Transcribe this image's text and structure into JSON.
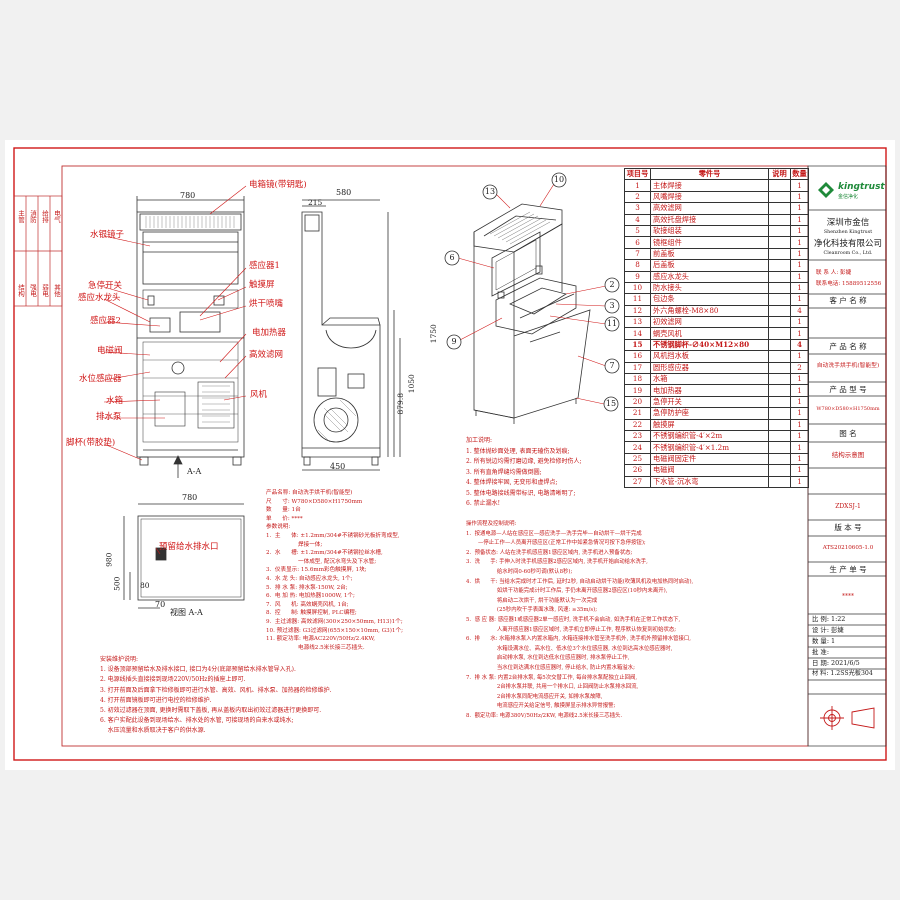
{
  "labels": {
    "elec_mirror": "电箱镜(带钥匙)",
    "mirror": "水银镜子",
    "sensor1": "感应器1",
    "touch_screen": "触摸屏",
    "estop": "急停开关",
    "faucet": "感应水龙头",
    "sensor2": "感应器2",
    "dryer_nozzle": "烘干喷嘴",
    "heater": "电加热器",
    "hepa": "高效滤网",
    "solenoid": "电磁阀",
    "level_sensor": "水位感应器",
    "fan": "风机",
    "tank": "水箱",
    "drain_pump": "排水泵",
    "feet": "脚杯(带胶垫)",
    "section": "A-A",
    "reserved_port": "预留给水排水口",
    "view_aa": "视图 A-A"
  },
  "dims": {
    "w780": "780",
    "w580": "580",
    "w215": "215",
    "h1750": "1750",
    "h1050": "1050",
    "h879": "879.8",
    "w450": "450",
    "w780b": "780",
    "h980": "980",
    "h500": "500",
    "w70": "70",
    "w80": "80"
  },
  "callouts": [
    "13",
    "10",
    "6",
    "2",
    "3",
    "9",
    "11",
    "7",
    "15"
  ],
  "parts_header": [
    "项目号",
    "零件号",
    "说明",
    "数量"
  ],
  "parts": [
    {
      "no": "1",
      "name": "主体焊接",
      "note": "",
      "qty": "1"
    },
    {
      "no": "2",
      "name": "风嘴焊接",
      "note": "",
      "qty": "1"
    },
    {
      "no": "3",
      "name": "高效滤网",
      "note": "",
      "qty": "1"
    },
    {
      "no": "4",
      "name": "高效托盘焊接",
      "note": "",
      "qty": "1"
    },
    {
      "no": "5",
      "name": "软接组装",
      "note": "",
      "qty": "1"
    },
    {
      "no": "6",
      "name": "镜框组件",
      "note": "",
      "qty": "1"
    },
    {
      "no": "7",
      "name": "前盖板",
      "note": "",
      "qty": "1"
    },
    {
      "no": "8",
      "name": "后盖板",
      "note": "",
      "qty": "1"
    },
    {
      "no": "9",
      "name": "感应水龙头",
      "note": "",
      "qty": "1"
    },
    {
      "no": "10",
      "name": "防水接头",
      "note": "",
      "qty": "1"
    },
    {
      "no": "11",
      "name": "包边条",
      "note": "",
      "qty": "1"
    },
    {
      "no": "12",
      "name": "外六角螺栓-M8×80",
      "note": "",
      "qty": "4"
    },
    {
      "no": "13",
      "name": "初效滤网",
      "note": "",
      "qty": "1"
    },
    {
      "no": "14",
      "name": "蜗壳风机",
      "note": "",
      "qty": "1"
    },
    {
      "no": "15",
      "name": "不锈钢脚杯-∅40×M12×80",
      "note": "",
      "qty": "4"
    },
    {
      "no": "16",
      "name": "风机挡水板",
      "note": "",
      "qty": "1"
    },
    {
      "no": "17",
      "name": "圆形感应器",
      "note": "",
      "qty": "2"
    },
    {
      "no": "18",
      "name": "水箱",
      "note": "",
      "qty": "1"
    },
    {
      "no": "19",
      "name": "电加热器",
      "note": "",
      "qty": "1"
    },
    {
      "no": "20",
      "name": "急停开关",
      "note": "",
      "qty": "1"
    },
    {
      "no": "21",
      "name": "急停防护座",
      "note": "",
      "qty": "1"
    },
    {
      "no": "22",
      "name": "触摸屏",
      "note": "",
      "qty": "1"
    },
    {
      "no": "23",
      "name": "不锈钢编织管-4′×2m",
      "note": "",
      "qty": "1"
    },
    {
      "no": "24",
      "name": "不锈钢编织管-4′×1.2m",
      "note": "",
      "qty": "1"
    },
    {
      "no": "25",
      "name": "电磁阀固定件",
      "note": "",
      "qty": "1"
    },
    {
      "no": "26",
      "name": "电磁阀",
      "note": "",
      "qty": "1"
    },
    {
      "no": "27",
      "name": "下水管-沉水弯",
      "note": "",
      "qty": "1"
    }
  ],
  "company": {
    "brand": "kingtrust",
    "brand_cn": "金信净化",
    "name1": "深圳市金信",
    "name_en": "Shenzhen Kingtrust",
    "name2": "净化科技有限公司",
    "name_en2": "Cleanroom Co., Ltd.",
    "contact": "联 系 人: 彭婕",
    "phone": "联系电话: 15889512556"
  },
  "title_block": {
    "customer_label": "客 户 名 称",
    "product_label": "产 品 名 称",
    "product_name": "自动洗手烘手机(智能型)",
    "model_label": "产 品 型 号",
    "model": "W780×D580×H1750mm",
    "drawing_label": "图    名",
    "drawing_name": "结构示意图",
    "drawing_no": "ZDXSJ-1",
    "version_label": "版 本 号",
    "version": "ATS20210605-1.0",
    "production_label": "生 产 单 号",
    "production_no": "****",
    "scale": "比 例: 1:22",
    "designer": "设 计: 彭婕",
    "qty": "数 量: 1",
    "approve": "批 准:",
    "date": "日 期: 2021/6/5",
    "material": "材 料: 1.2SS光板304"
  },
  "left_strip_top": [
    "主管",
    "消防",
    "给排",
    "电气"
  ],
  "left_strip_bottom": [
    "结构",
    "强电",
    "弱电",
    "其他"
  ],
  "spec": [
    "产品名称: 自动洗手烘干机(智能型)",
    "尺      寸: W780×D580×H1750mm",
    "数      量: 1台",
    "单      价: ****",
    "参数说明:",
    "1.  主      体: ±1.2mm/304#不锈钢砂光板折弯成型,",
    "                  焊接一体;",
    "2.  水      槽: ±1.2mm/304#不锈钢拉丝水槽,",
    "                  一体成型, 配沉水弯头及下水管;",
    "3.  仪表显示: 15.6mm彩色触摸屏, 1块;",
    "4.  水 龙 头: 自动感应水龙头, 1个;",
    "5.  排 水 泵: 排水泵-150W, 2台;",
    "6.  电 加 热: 电加热器1000W, 1个;",
    "7.  风      机: 高效蜗壳风机, 1台;",
    "8.  控      制: 触摸屏控制, PLC编程;",
    "9.  主过滤器: 高效滤网(300×250×50mm, H13)1个;",
    "10. 预过滤器: G3过滤网(655×150×10mm, G3)1个;",
    "11. 额定功率: 电源AC220V/50Hz/2.4KW,",
    "                  电源线2.5米长接三芯插头."
  ],
  "process_notes": [
    "加工说明:",
    "1. 整体抛砂面处理, 表面无磕伤及划痕;",
    "2. 所有锐边均需打磨边缘, 避免检修时伤人;",
    "3. 所有直角焊缝均需做倒圆;",
    "4. 整体焊接牢固, 无变形和虚焊点;",
    "5. 整体电路接线需带标识, 电路清晰明了;",
    "6. 禁止漏水!"
  ],
  "install": [
    "安装维护说明:",
    "1. 设备顶部预留给水及排水接口, 接口为4分(底部预留给水排水管导入孔).",
    "2. 电源线插头直接接到现场220V/50Hz的插座上即可.",
    "3. 打开前面及后面拿下检修板即可进行水管、高效、风机、排水泵、加热器的检修维护.",
    "4. 打开前面镜板即可进行电控的检修维护.",
    "5. 初效过滤器在顶面, 更换时需取下盖板, 再从盖板内取出初效过滤器进行更换即可.",
    "6. 客户实配此设备到现场给水、排水处的水管, 可接现场的自来水或纯水;",
    "    水压流量和水质取决于客户的供水源."
  ],
  "operation": [
    "操作流程及控制说明:",
    "1.  按通电源—人站在感应区—感应洗手—洗手完毕—自动烘干—烘干完成",
    "       —停止工作—人员离开感应区(正常工作中如紧急情况可按下急停按钮);",
    "2.  预备状态: 人站在洗手机感应器1感应区域内, 洗手机进入预备状态;",
    "3.  洗      手: 手伸入时洗手机感应器2感应区域内, 洗手机开始启动给水洗手,",
    "                  给水时间0-60秒可调(默认8秒);",
    "4.  烘      干: 当给水完成时才工作后, 延时2秒, 自动启动烘干功能(吹薄风机及电加热同时启动),",
    "                  如烘干功能完成计时工作后, 手仍未离开感应器2感应区(10秒内未离开),",
    "                  将启动二次烘干, 烘干功能默认为一次完成",
    "                  (25秒内吹干手表面水珠, 风速: ≥35m/s);",
    "5.  感 应 器: 感应器1或感应器2单一感应时, 洗手机不会启动, 如洗手机在正常工作状态下,",
    "                  人离开感应器1感应区域时, 洗手机立即停止工作, 程序默认恢复到初始状态;",
    "6.  排      水: 水箱排水泵入内置水箱内, 水箱连接排水管至洗手机外, 洗手机外预留排水管接口,",
    "                  水箱设满水位、高水位、低水位3个水位感应器, 水位到达高水位感应器时,",
    "                  启动排水泵, 水位到达低水位感应器时, 排水泵停止工作,",
    "                  当水位到达满水位感应器时, 停止给水, 防止内置水箱溢水;",
    "7.  排 水 泵: 内置2台排水泵, 每5次交替工作, 每台排水泵配独立止回阀,",
    "                  2台排水泵并联, 共用一个排水口, 止回阀防止水泵排水回流,",
    "                  2台排水泵同配电流感应开关, 如排水泵故障,",
    "                  电流感应开关给定信号, 触摸屏显示排水异常报警;",
    "8.  额定功率: 电源380V/50Hz/2KW, 电源线2.5米长接三芯插头."
  ]
}
